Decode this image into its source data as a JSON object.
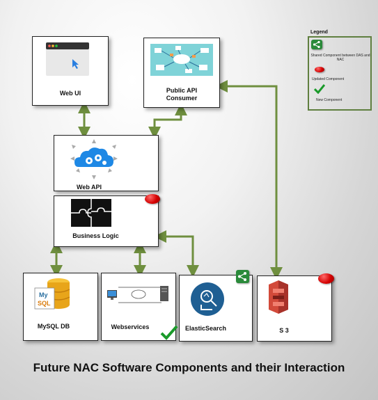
{
  "title": "Future NAC Software Components and their Interaction",
  "components": {
    "web_ui": "Web UI",
    "public_api_consumer_line1": "Public API",
    "public_api_consumer_line2": "Consumer",
    "web_api": "Web API",
    "business_logic": "Business Logic",
    "mysql_db": "MySQL DB",
    "webservices": "Webservices",
    "elasticsearch": "ElasticSearch",
    "s3": "S 3"
  },
  "legend": {
    "title": "Legend",
    "shared": "Shared Component between DAS and NAC",
    "updated": "Updated Component",
    "new": "New Component"
  },
  "colors": {
    "connector": "#6f8f3f",
    "shared_badge": "#2a8a3a",
    "updated_badge": "#d40000",
    "new_check": "#1a9a2a",
    "elastic_circle": "#1f5f93",
    "s3_red": "#d24a3a"
  },
  "icons": {
    "shared": "share-icon",
    "updated": "update-badge-icon",
    "new": "checkmark-icon"
  }
}
